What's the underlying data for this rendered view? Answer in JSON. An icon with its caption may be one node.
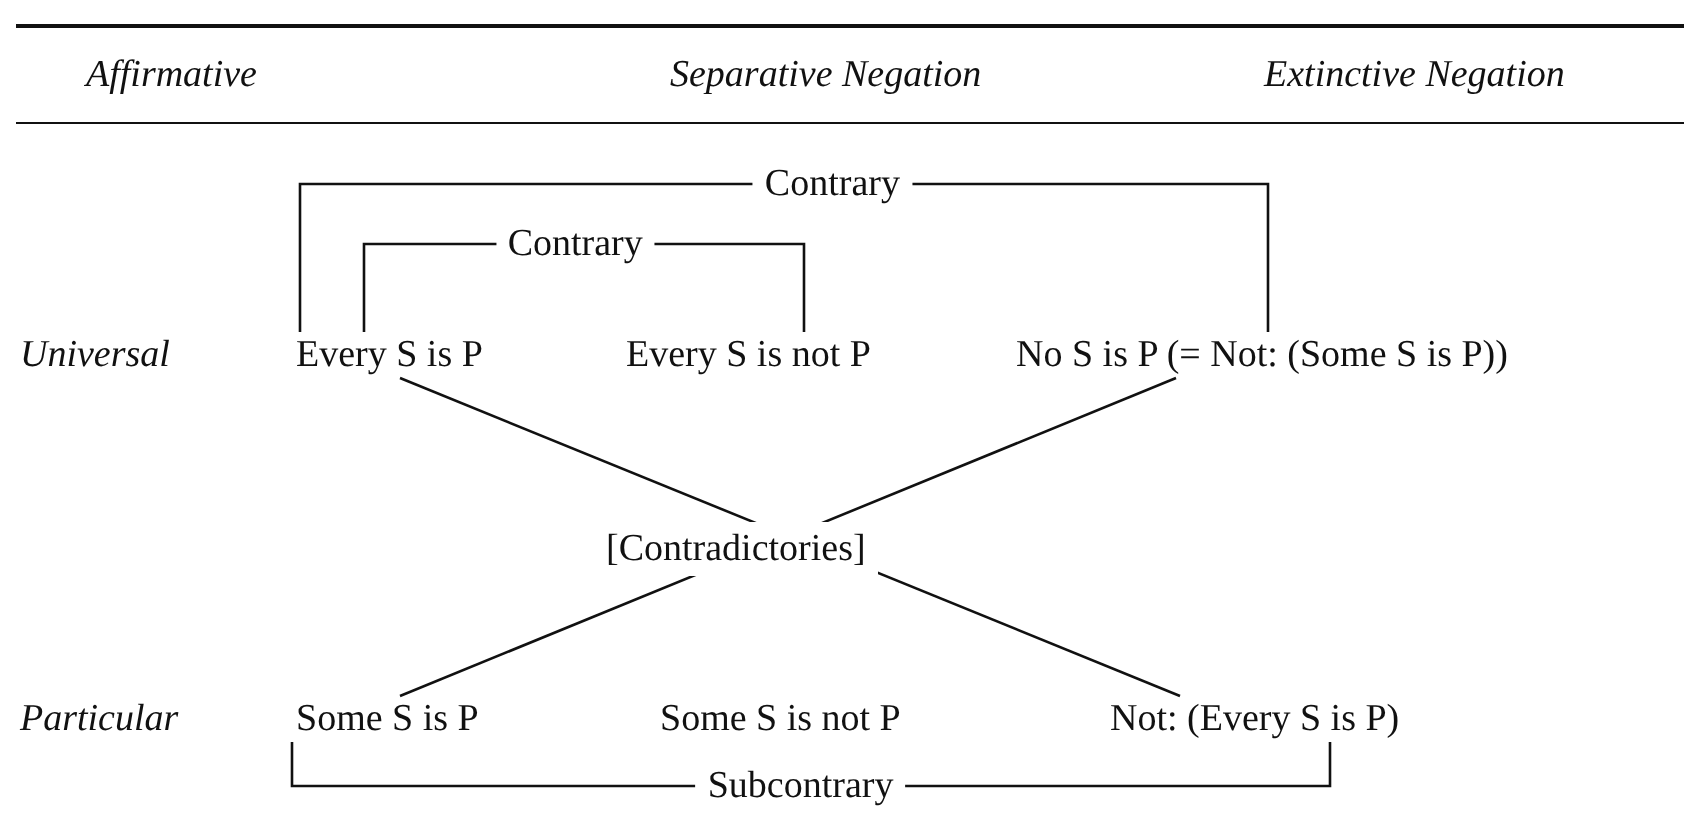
{
  "diagram": {
    "nodes": [
      {
        "text": [
          "Every S is P"
        ]
      },
      {
        "text": [
          "Every S is not P"
        ]
      },
      {
        "text": [
          "No S is P (= Not: (Some S is P))"
        ]
      },
      {
        "text": [
          "Some S is P"
        ]
      },
      {
        "text": [
          "Some S is not P"
        ]
      },
      {
        "text": [
          "Not: (Every S is P)"
        ]
      }
    ],
    "edges": [
      {
        "from": 0,
        "to": 2,
        "arrow": "none",
        "label": "Contrary"
      },
      {
        "from": 0,
        "to": 1,
        "arrow": "none",
        "label": "Contrary"
      },
      {
        "from": 0,
        "to": 5,
        "arrow": "none"
      },
      {
        "from": 2,
        "to": 3,
        "arrow": "none"
      },
      {
        "from": 3,
        "to": 5,
        "arrow": "none",
        "label": "Subcontrary"
      }
    ],
    "labels": [
      "Affirmative",
      "Separative Negation",
      "Extinctive Negation",
      "Universal",
      "Particular",
      "[Contradictories]"
    ]
  }
}
